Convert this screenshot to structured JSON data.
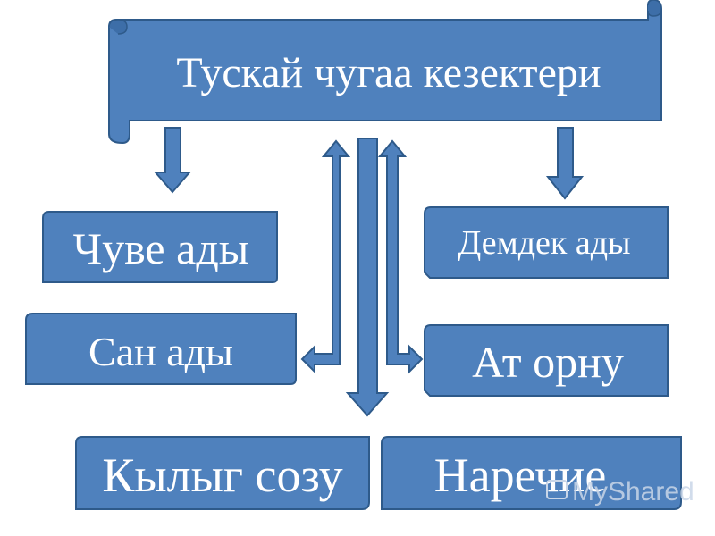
{
  "title": "Тускай чугаа кезектери",
  "boxes": {
    "chuve": "Чуве ады",
    "demdek": "Демдек ады",
    "san": "Сан ады",
    "at_ornu": "Ат орну",
    "kylyg": "Кылыг созу",
    "narechie": "Наречие"
  },
  "watermark": "MyShared",
  "colors": {
    "fill": "#4f81bd",
    "stroke": "#2e5a8a",
    "text": "#ffffff"
  }
}
